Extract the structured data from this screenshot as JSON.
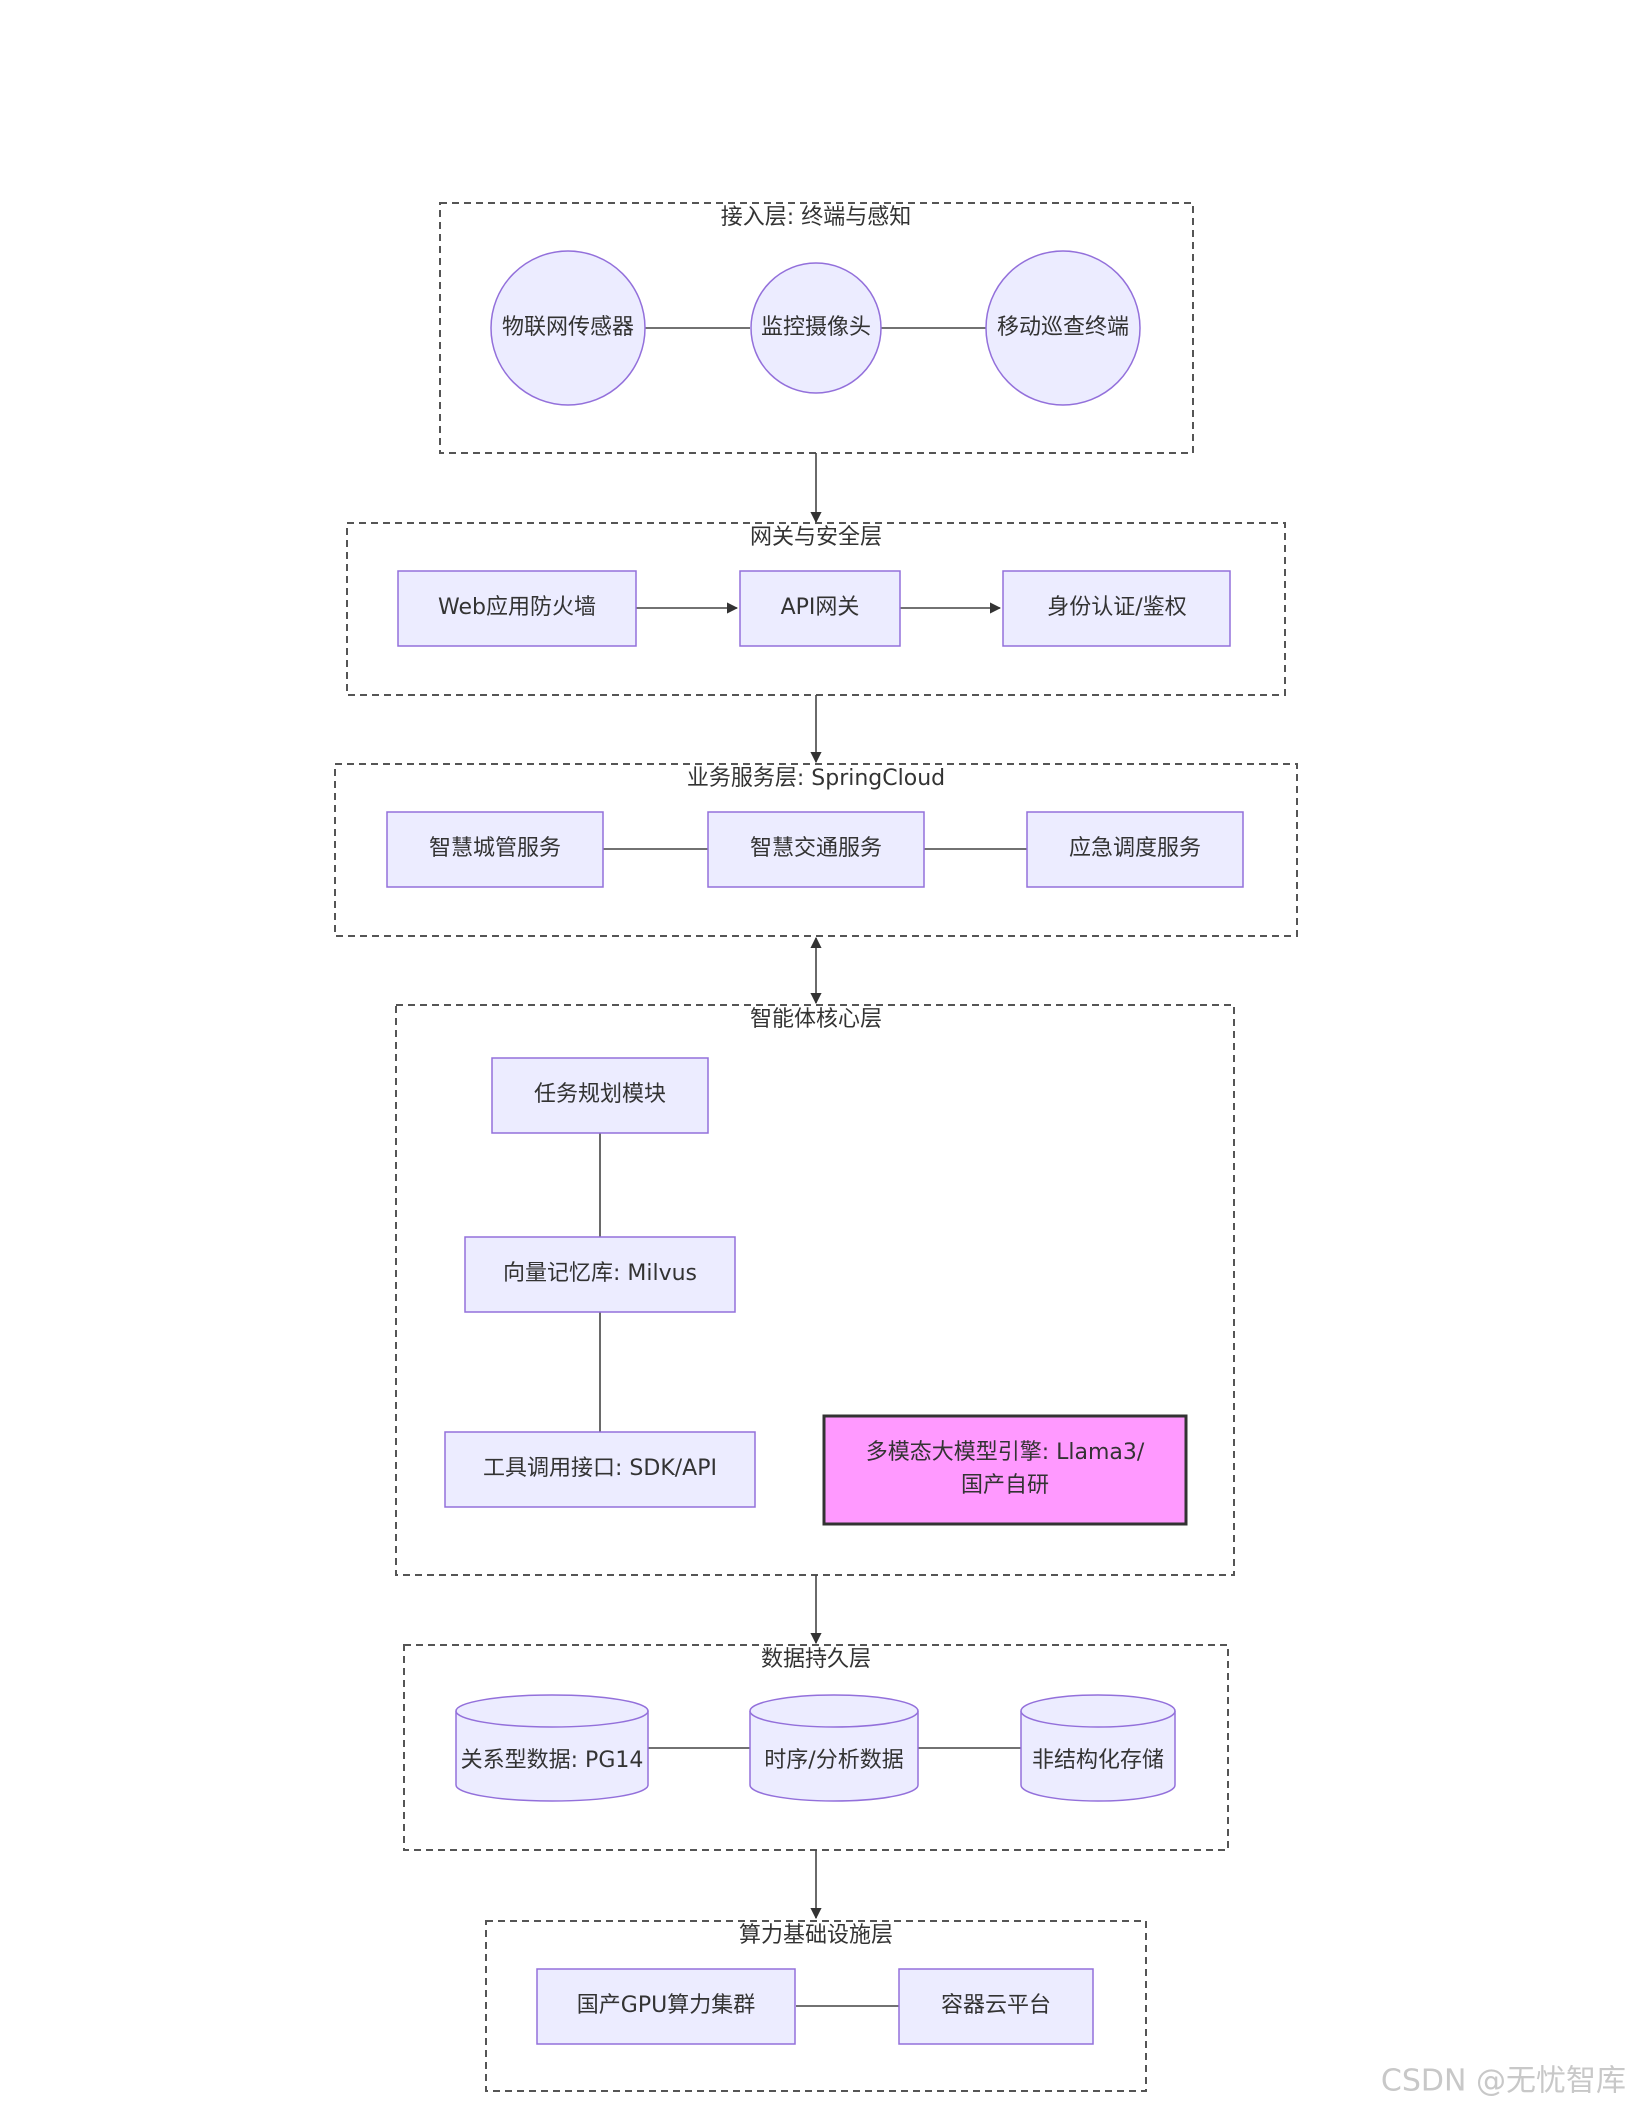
{
  "groups": {
    "access": "接入层: 终端与感知",
    "gateway": "网关与安全层",
    "business": "业务服务层: SpringCloud",
    "agent": "智能体核心层",
    "data": "数据持久层",
    "compute": "算力基础设施层"
  },
  "nodes": {
    "iot_sensor": "物联网传感器",
    "camera": "监控摄像头",
    "mobile_terminal": "移动巡查终端",
    "waf": "Web应用防火墙",
    "api_gateway": "API网关",
    "auth": "身份认证/鉴权",
    "city_mgmt": "智慧城管服务",
    "traffic": "智慧交通服务",
    "emergency": "应急调度服务",
    "task_planning": "任务规划模块",
    "vector_memory": "向量记忆库: Milvus",
    "tool_interface": "工具调用接口: SDK/API",
    "llm_line1": "多模态大模型引擎: Llama3/",
    "llm_line2": "国产自研",
    "relational_db": "关系型数据: PG14",
    "timeseries_db": "时序/分析数据",
    "unstructured": "非结构化存储",
    "gpu_cluster": "国产GPU算力集群",
    "cloud_platform": "容器云平台"
  },
  "colors": {
    "node_fill": "#ECECFF",
    "node_stroke": "#9370DB",
    "highlight_fill": "#FF99FF"
  },
  "watermark": "CSDN @无忧智库"
}
